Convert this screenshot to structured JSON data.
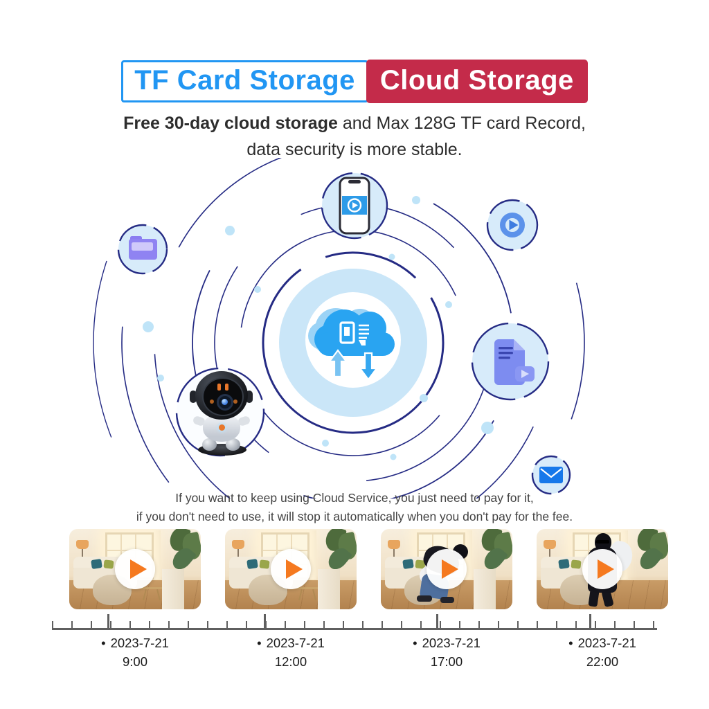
{
  "header": {
    "tf_card_label": "TF Card Storage",
    "cloud_label": "Cloud Storage"
  },
  "subtitle": {
    "bold": "Free 30-day cloud storage",
    "regular": " and Max 128G TF card Record,",
    "line2": "data security is more stable."
  },
  "diagram": {
    "center_icon": "cloud-sd-upload-download-icon",
    "satellite_icons": [
      "phone-video-icon",
      "video-play-icon",
      "folder-icon",
      "video-file-icon",
      "mail-icon",
      "security-camera-product"
    ]
  },
  "note": {
    "line1": "If you want to keep using Cloud Service, you just need to pay for it,",
    "line2": "if you don't need to use, it will stop it automatically when you don't pay for the fee."
  },
  "recordings": [
    {
      "bullet": "•",
      "date": "2023-7-21",
      "time": "9:00",
      "scene": "living-room"
    },
    {
      "bullet": "•",
      "date": "2023-7-21",
      "time": "12:00",
      "scene": "living-room"
    },
    {
      "bullet": "•",
      "date": "2023-7-21",
      "time": "17:00",
      "scene": "burglar-crouching"
    },
    {
      "bullet": "•",
      "date": "2023-7-21",
      "time": "22:00",
      "scene": "burglar-with-sack"
    }
  ],
  "colors": {
    "accent_blue": "#2196F3",
    "accent_red": "#C42B4A",
    "navy": "#252B84",
    "cloud_blue": "#29A4F1",
    "pale_blue": "#D7EBFA",
    "play_orange": "#F5791F"
  }
}
